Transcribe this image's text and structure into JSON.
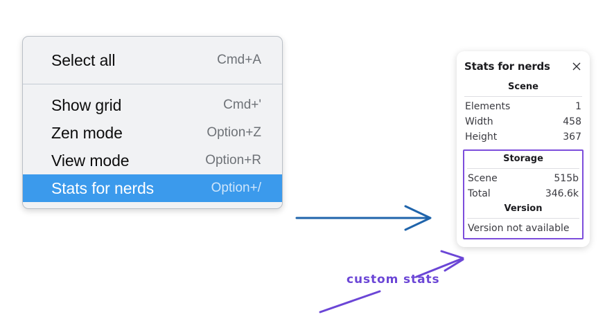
{
  "context_menu": {
    "groups": [
      {
        "items": [
          {
            "label": "Select all",
            "shortcut": "Cmd+A",
            "selected": false
          }
        ]
      },
      {
        "items": [
          {
            "label": "Show grid",
            "shortcut": "Cmd+'",
            "selected": false
          },
          {
            "label": "Zen mode",
            "shortcut": "Option+Z",
            "selected": false
          },
          {
            "label": "View mode",
            "shortcut": "Option+R",
            "selected": false
          },
          {
            "label": "Stats for nerds",
            "shortcut": "Option+/",
            "selected": true
          }
        ]
      }
    ],
    "highlight_color": "#3b9aec"
  },
  "stats_panel": {
    "title": "Stats for nerds",
    "close_icon": "close-icon",
    "scene": {
      "heading": "Scene",
      "rows": [
        {
          "label": "Elements",
          "value": "1"
        },
        {
          "label": "Width",
          "value": "458"
        },
        {
          "label": "Height",
          "value": "367"
        }
      ]
    },
    "storage": {
      "heading": "Storage",
      "rows": [
        {
          "label": "Scene",
          "value": "515b"
        },
        {
          "label": "Total",
          "value": "346.6k"
        }
      ]
    },
    "version": {
      "heading": "Version",
      "text": "Version not available"
    },
    "highlight_border_color": "#7c4ddb"
  },
  "annotations": {
    "label": "custom stats",
    "label_color": "#6b46d6",
    "arrow_blue_color": "#1f64ab",
    "arrow_purple_color": "#6b46d6"
  }
}
